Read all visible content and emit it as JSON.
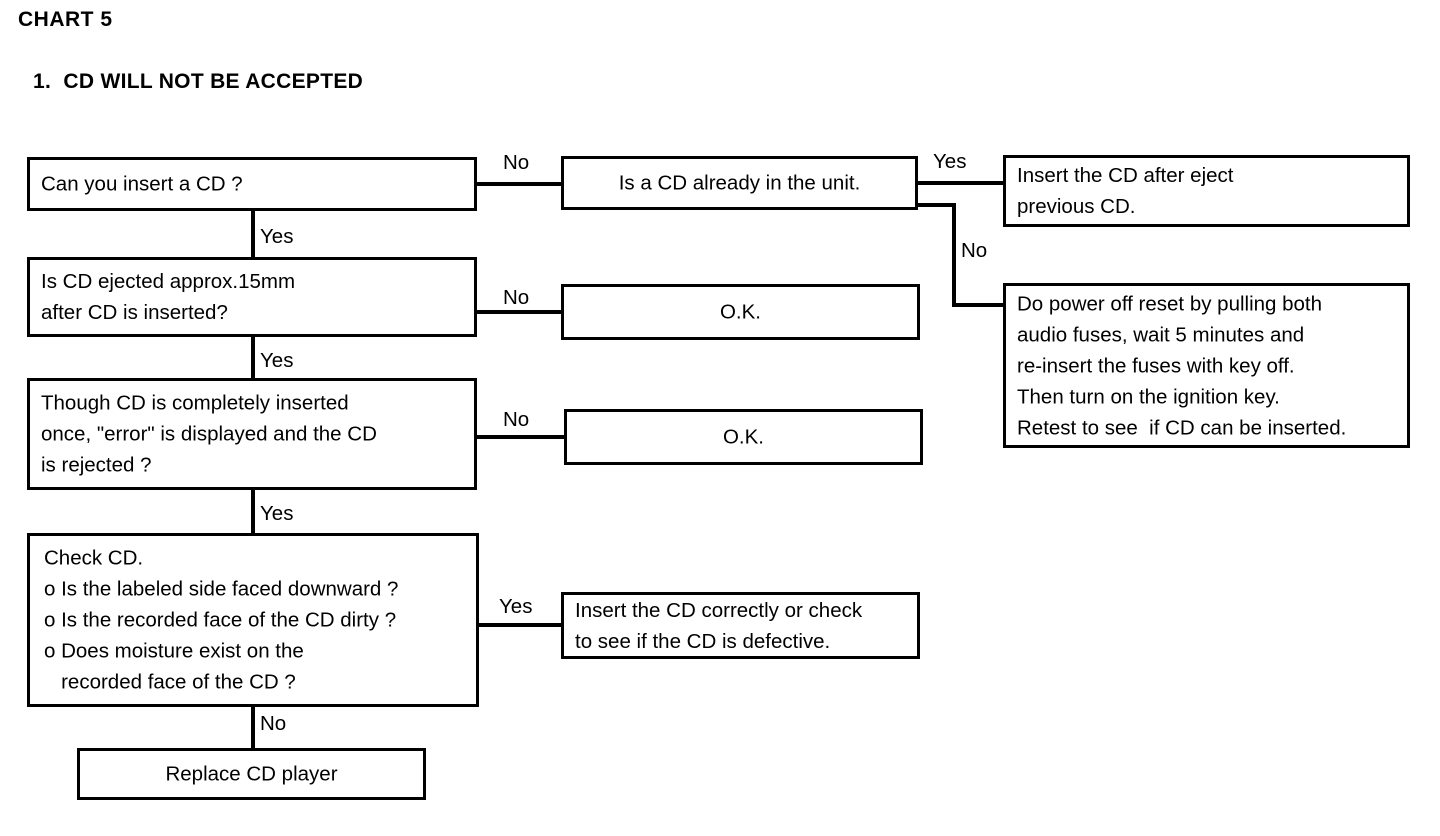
{
  "header": {
    "chart_label": "CHART 5",
    "section_label": "1.  CD WILL NOT BE ACCEPTED"
  },
  "chart_data": {
    "type": "diagram",
    "title": "CHART 5",
    "subtitle": "1.  CD WILL NOT BE ACCEPTED",
    "nodes": [
      {
        "id": "n1",
        "text": "Can you insert a CD ?"
      },
      {
        "id": "n2",
        "text": "Is a CD already in the unit."
      },
      {
        "id": "n3",
        "text": "Insert the CD after eject\nprevious CD."
      },
      {
        "id": "n4",
        "text": "Is CD ejected approx.15mm\nafter CD is inserted?"
      },
      {
        "id": "n5",
        "text": "O.K."
      },
      {
        "id": "n6",
        "text": "Do power off reset by pulling both\naudio fuses, wait 5 minutes and\nre-insert the fuses with key off.\nThen turn on the ignition key.\nRetest to see  if CD can be inserted."
      },
      {
        "id": "n7",
        "text": "Though CD is completely inserted\nonce, \"error\" is displayed and the CD\nis rejected ?"
      },
      {
        "id": "n8",
        "text": "O.K."
      },
      {
        "id": "n9",
        "text": "Check CD.\no Is the labeled side faced downward ?\no Is the recorded face of the CD dirty ?\no Does moisture exist on the\n   recorded face of the CD ?"
      },
      {
        "id": "n10",
        "text": "Insert the CD correctly or check\nto see if the CD is defective."
      },
      {
        "id": "n11",
        "text": "Replace CD player"
      }
    ],
    "edges": [
      {
        "from": "n1",
        "to": "n2",
        "label": "No"
      },
      {
        "from": "n1",
        "to": "n4",
        "label": "Yes"
      },
      {
        "from": "n2",
        "to": "n3",
        "label": "Yes"
      },
      {
        "from": "n2",
        "to": "n6",
        "label": "No"
      },
      {
        "from": "n4",
        "to": "n5",
        "label": "No"
      },
      {
        "from": "n4",
        "to": "n7",
        "label": "Yes"
      },
      {
        "from": "n7",
        "to": "n8",
        "label": "No"
      },
      {
        "from": "n7",
        "to": "n9",
        "label": "Yes"
      },
      {
        "from": "n9",
        "to": "n10",
        "label": "Yes"
      },
      {
        "from": "n9",
        "to": "n11",
        "label": "No"
      }
    ]
  },
  "boxes": {
    "can_insert": "Can you insert a CD ?",
    "cd_already": "Is a CD already in the unit.",
    "insert_after_eject": "Insert the CD after eject\nprevious CD.",
    "ejected_15mm": "Is CD ejected approx.15mm\nafter CD is inserted?",
    "ok_1": "O.K.",
    "power_off_reset": "Do power off reset by pulling both\naudio fuses, wait 5 minutes and\nre-insert the fuses with key off.\nThen turn on the ignition key.\nRetest to see  if CD can be inserted.",
    "error_displayed": "Though CD is completely inserted\nonce, \"error\" is displayed and the CD\nis rejected ?",
    "ok_2": "O.K.",
    "check_cd": "Check CD.\no Is the labeled side faced downward ?\no Is the recorded face of the CD dirty ?\no Does moisture exist on the\n   recorded face of the CD ?",
    "insert_correctly": "Insert the CD correctly or check\nto see if the CD is defective.",
    "replace_player": "Replace CD player"
  },
  "labels": {
    "no_1": "No",
    "yes_1": "Yes",
    "yes_2": "Yes",
    "no_2": "No",
    "no_3": "No",
    "yes_3": "Yes",
    "no_4": "No",
    "yes_4": "Yes",
    "yes_5": "Yes",
    "no_5": "No"
  },
  "colors": {
    "ink": "#000000",
    "paper": "#ffffff"
  }
}
